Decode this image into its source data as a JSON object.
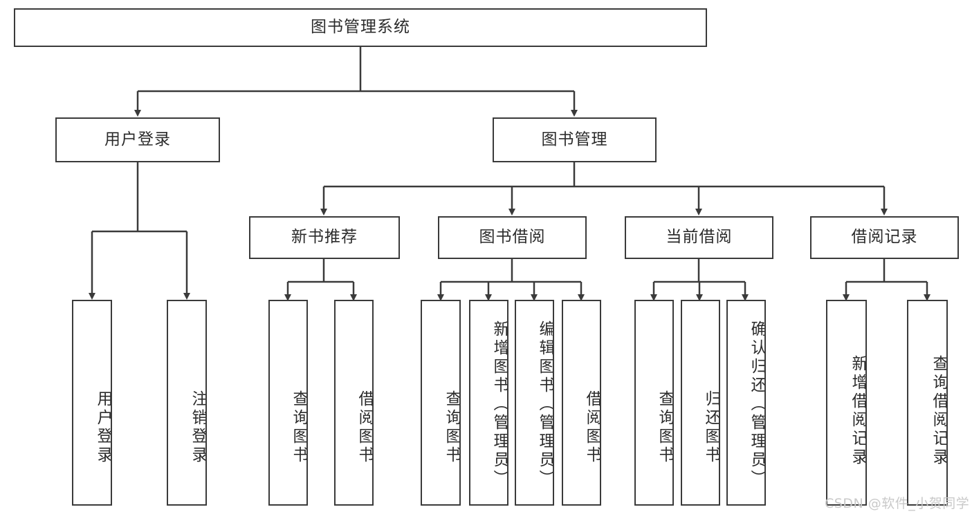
{
  "diagram": {
    "type": "hierarchy-tree",
    "title": "图书管理系统",
    "watermark": "CSDN @软件_小贺同学",
    "line_color": "#3a3a3a",
    "text_color": "#2b2b2b",
    "background": "#ffffff",
    "nodes": {
      "root": "图书管理系统",
      "level1": [
        "用户登录",
        "图书管理"
      ],
      "level2": [
        "新书推荐",
        "图书借阅",
        "当前借阅",
        "借阅记录"
      ],
      "leaves_user_login": [
        "用户登录",
        "注销登录"
      ],
      "leaves_new_book": [
        "查询图书",
        "借阅图书"
      ],
      "leaves_borrow": [
        "查询图书",
        "新增图书（管理员）",
        "编辑图书（管理员）",
        "借阅图书"
      ],
      "leaves_current": [
        "查询图书",
        "归还图书",
        "确认归还（管理员）"
      ],
      "leaves_records": [
        "新增借阅记录",
        "查询借阅记录"
      ]
    }
  }
}
